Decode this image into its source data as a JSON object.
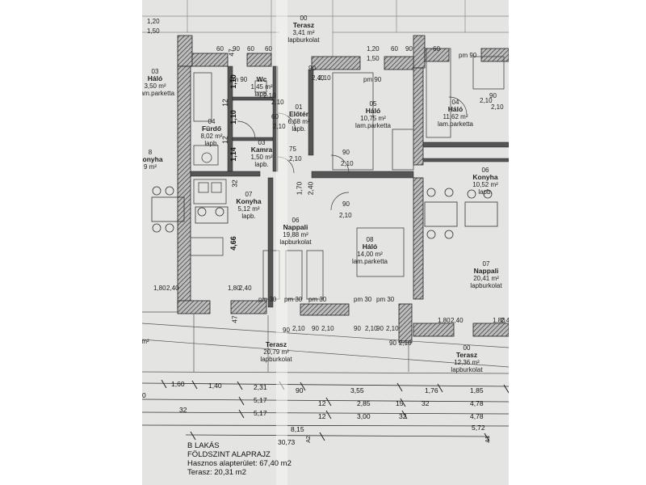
{
  "rooms": [
    {
      "id": "terasz-top",
      "number": "00",
      "name": "Terasz",
      "area": "3,41 m²",
      "floor": "lapburkolat"
    },
    {
      "id": "halo-left",
      "number": "03",
      "name": "Háló",
      "area": "3,50 m²",
      "floor": "lam.parketta"
    },
    {
      "id": "wc",
      "number": "",
      "name": "Wc",
      "area": "1,45 m²",
      "floor": "lapb."
    },
    {
      "id": "furdo",
      "number": "04",
      "name": "Fürdő",
      "area": "8,02 m²",
      "floor": "lapb."
    },
    {
      "id": "eloter",
      "number": "01",
      "name": "Előtér",
      "area": "6,68 m²",
      "floor": "lapb."
    },
    {
      "id": "kamra",
      "number": "03",
      "name": "Kamra",
      "area": "1,50 m²",
      "floor": "lapb."
    },
    {
      "id": "halo-05",
      "number": "05",
      "name": "Háló",
      "area": "10,75 m²",
      "floor": "lam.parketta"
    },
    {
      "id": "halo-04",
      "number": "04",
      "name": "Háló",
      "area": "11,62 m²",
      "floor": "lam.parketta"
    },
    {
      "id": "konyha-left",
      "number": "8",
      "name": "Konyha",
      "area": "9 m²",
      "floor": ""
    },
    {
      "id": "konyha-07",
      "number": "07",
      "name": "Konyha",
      "area": "5,12 m²",
      "floor": "lapb."
    },
    {
      "id": "nappali-06",
      "number": "06",
      "name": "Nappali",
      "area": "19,88 m²",
      "floor": "lapburkolat"
    },
    {
      "id": "halo-08",
      "number": "08",
      "name": "Háló",
      "area": "14,00 m²",
      "floor": "lam.parketta"
    },
    {
      "id": "konyha-06",
      "number": "06",
      "name": "Konyha",
      "area": "10,52 m²",
      "floor": "lapb."
    },
    {
      "id": "nappali-07",
      "number": "07",
      "name": "Nappali",
      "area": "20,41 m²",
      "floor": "lapburkolat"
    },
    {
      "id": "terasz-bottom",
      "number": "",
      "name": "Terasz",
      "area": "20,79 m²",
      "floor": "lapburkolat"
    },
    {
      "id": "terasz-right",
      "number": "00",
      "name": "Terasz",
      "area": "12,36 m²",
      "floor": "lapburkolat"
    },
    {
      "id": "terasz-farleft",
      "number": "",
      "name": "",
      "area": "m²",
      "floor": ""
    }
  ],
  "door_window_labels": [
    "1,20",
    "1,50",
    "60",
    "90",
    "60",
    "60",
    "90",
    "1,20",
    "1,50",
    "60",
    "90",
    "60",
    "pm 90",
    "pm 90",
    "pm 90",
    "2,40",
    "2,10",
    "2,10",
    "2,10",
    "2,10",
    "60",
    "2,10",
    "75",
    "2,10",
    "90",
    "2,10",
    "90",
    "2,10",
    "90",
    "2,10",
    "pm 30",
    "pm 30",
    "pm 30",
    "pm 30",
    "pm 30",
    "1,80",
    "2,40",
    "1,80",
    "2,40",
    "1,80",
    "2,40",
    "1,80",
    "2,40",
    "90",
    "2,10",
    "90",
    "2,10",
    "90",
    "2,10",
    "90",
    "2,10",
    "90",
    "2,10"
  ],
  "wall_dims": [
    "47",
    "1,10",
    "12",
    "1,10",
    "12",
    "1,14",
    "32",
    "1,70",
    "2,40",
    "4,66",
    "47"
  ],
  "dim_rows": [
    [
      "0",
      "1,60",
      "1,40",
      "2,31",
      "90",
      "3,55",
      "1,76",
      "1,85"
    ],
    [
      "5,17",
      "12",
      "2,85",
      "15",
      "32",
      "4,78"
    ],
    [
      "32",
      "5,17",
      "12",
      "3,00",
      "32",
      "4,78"
    ],
    [
      "8,15",
      "5,72"
    ],
    [
      "30,73"
    ]
  ],
  "dim_markers": [
    "A2",
    "A1"
  ],
  "title": {
    "line1": "B LAKÁS",
    "line2": "FÖLDSZINT ALAPRAJZ",
    "line3": "Hasznos alapterület: 67,40 m2",
    "line4": "Terasz:  20,31 m2"
  },
  "colors": {
    "paper": "#e4e4e2",
    "wall": "#333333",
    "hatch": "#444444",
    "line": "#555555"
  }
}
